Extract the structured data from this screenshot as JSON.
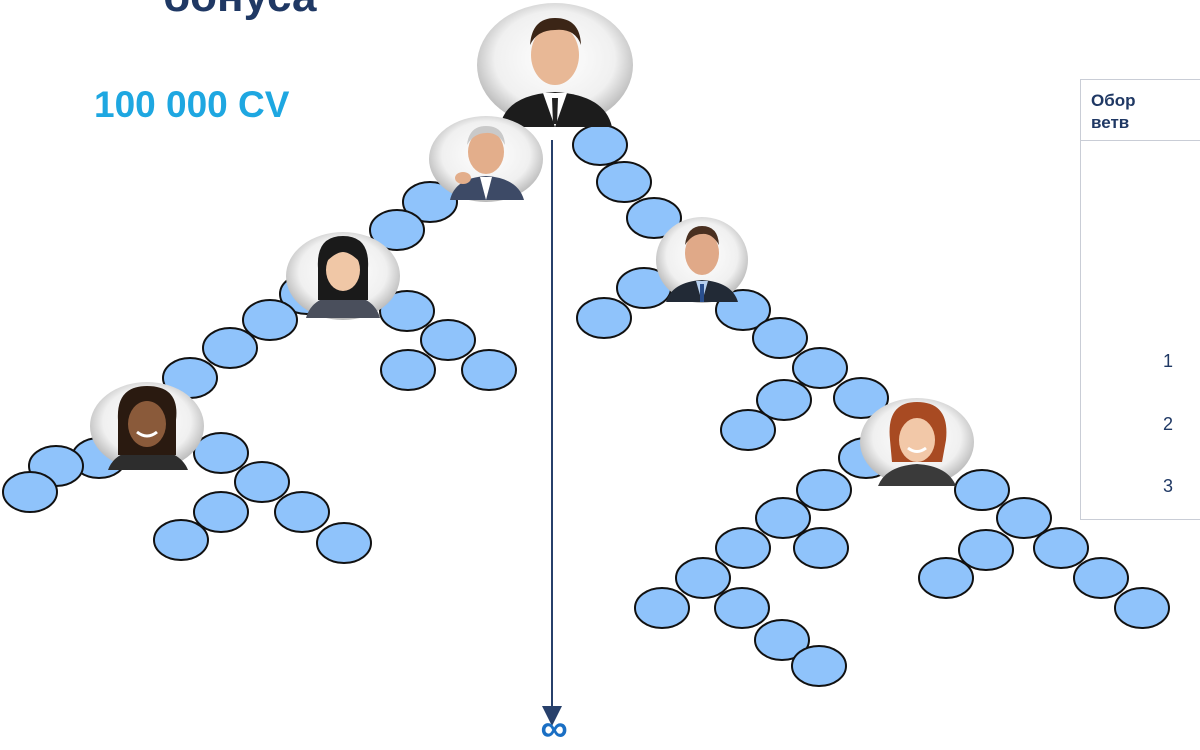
{
  "title_partial": "бонуса",
  "cv_value": "100 000 CV",
  "side_panel": {
    "heading_line1": "Обор",
    "heading_line2": "ветв",
    "numbers": [
      "1",
      "2",
      "3"
    ]
  },
  "infinity_symbol": "∞",
  "colors": {
    "node_fill": "#8fc3fb",
    "node_stroke": "#111111",
    "arrow": "#27406b",
    "title": "#1f3864",
    "cv": "#1ea7e1",
    "infinity": "#1a6fc4"
  },
  "people": [
    {
      "name": "person-top-man",
      "icon": "businessman-avatar"
    },
    {
      "name": "person-gray-hair-man",
      "icon": "senior-man-avatar"
    },
    {
      "name": "person-woman-dark-hair",
      "icon": "woman-avatar"
    },
    {
      "name": "person-smiling-woman",
      "icon": "woman-avatar"
    },
    {
      "name": "person-man-right",
      "icon": "man-avatar"
    },
    {
      "name": "person-red-hair-woman",
      "icon": "woman-avatar"
    }
  ]
}
